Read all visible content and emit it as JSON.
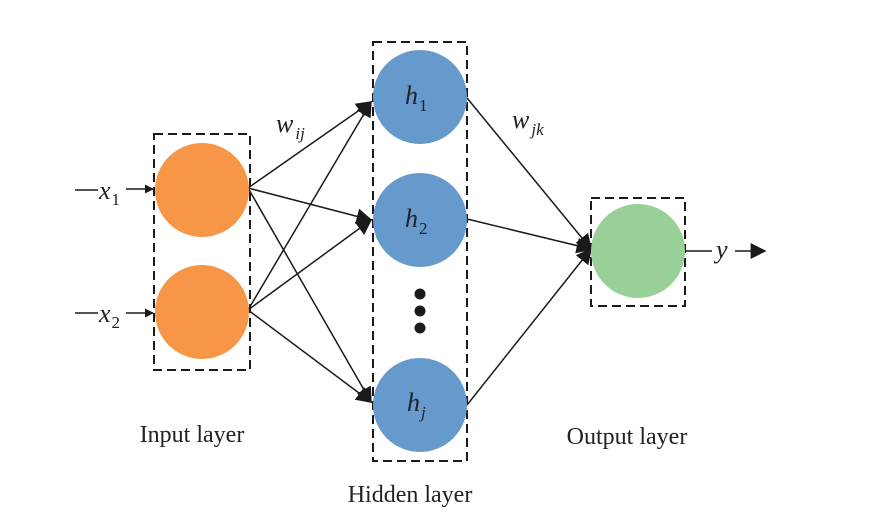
{
  "colors": {
    "input_node": "#f79646",
    "hidden_node": "#6699cc",
    "output_node": "#99d098",
    "line": "#1a1a1a",
    "text": "#222222"
  },
  "inputs": [
    {
      "symbol": "x",
      "subscript": "1"
    },
    {
      "symbol": "x",
      "subscript": "2"
    }
  ],
  "hidden": [
    {
      "symbol": "h",
      "subscript": "1"
    },
    {
      "symbol": "h",
      "subscript": "2"
    },
    {
      "symbol": "h",
      "subscript": "j"
    }
  ],
  "output": {
    "symbol": "y"
  },
  "weights": {
    "input_hidden": {
      "symbol": "w",
      "subscript": "ij"
    },
    "hidden_output": {
      "symbol": "w",
      "subscript": "jk"
    }
  },
  "labels": {
    "input_layer": "Input layer",
    "hidden_layer": "Hidden layer",
    "output_layer": "Output layer"
  }
}
